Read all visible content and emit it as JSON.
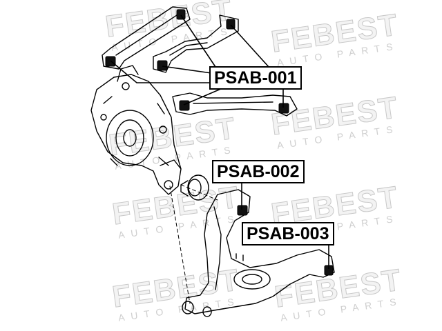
{
  "watermark": {
    "brand": "FEBEST",
    "sub": "AUTO PARTS"
  },
  "callouts": {
    "psab001": "PSAB-001",
    "psab002": "PSAB-002",
    "psab003": "PSAB-003"
  },
  "colors": {
    "ink": "#000000",
    "watermark": "#d9d9d9",
    "bushing": "#111111"
  }
}
